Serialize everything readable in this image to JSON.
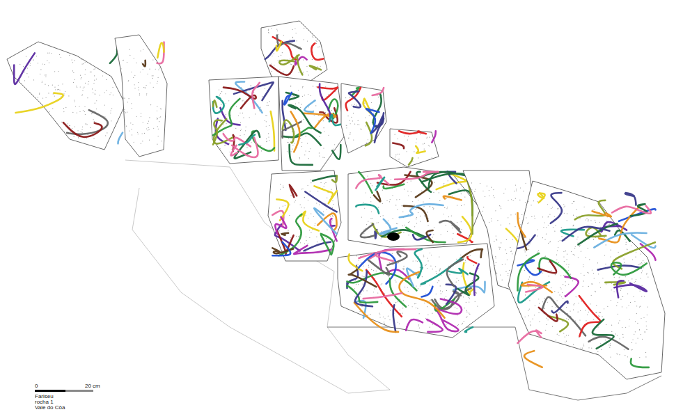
{
  "diagram": {
    "labels": [
      "0",
      "20 cm",
      "Fariseu",
      "rocha 1",
      "Vale do Côa"
    ]
  }
}
